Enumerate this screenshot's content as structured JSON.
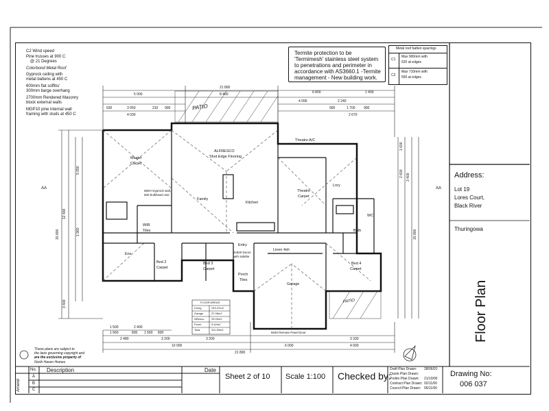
{
  "notes": {
    "wind": "C2 Wind speed",
    "trusses": "Pine trusses at 900 C",
    "degrees": "@ 21 Degrees",
    "roof": "Colorbond Metal Roof",
    "ceiling": "Gyprock ceiling with",
    "battens": "metal battens at 450 C",
    "soffits": "600mm flat soffits/",
    "barge": "300mm barge overhang",
    "masonry": "2700mm Rendered Masonry",
    "walls": "block external walls",
    "pine": "MGP10 pine internal wall",
    "studs": "framing with studs at 450 C"
  },
  "termite": {
    "l1": "Termite protection to be",
    "l2": "'Termimesh' stainless steel system",
    "l3": "to penetrations and perimeter in",
    "l4": "accordance with AS3660.1 -Termite",
    "l5": "management - New building work."
  },
  "batten": {
    "title": "Metal roof batten spacings",
    "c1": "C1",
    "c1a": "Max 900mm with",
    "c1b": "520 at edges",
    "c2": "C2",
    "c2a": "Max 710mm with",
    "c2b": "550 at edges"
  },
  "address": {
    "label": "Address:",
    "lot": "Lot 19",
    "street": "Lores Court,",
    "suburb": "Black River",
    "city": "Thuringowa"
  },
  "title_vertical": "Floor Plan",
  "title_block": {
    "no": "No.",
    "description": "Description",
    "date": "Date",
    "sheet": "Sheet  2 of 10",
    "scale": "Scale 1:100",
    "checked": "Checked by:",
    "drawing_label": "Drawing No:",
    "drawing_no": "006 037",
    "amend": "Amend",
    "rows": [
      "A",
      "B",
      "C"
    ],
    "draft": "Draft Plan Drawn:",
    "draft_date": "28/06/01",
    "quote": "Quote Plan Drawn:",
    "quote_date": "",
    "prelim": "Prelim Plan Drawn:",
    "prelim_date": "21/10/00",
    "contract": "Contract Plan Drawn:",
    "contract_date": "02/11/00",
    "council": "Council Plan Drawn:",
    "council_date": "06/11/00"
  },
  "copyright": {
    "l1": "These plans are subject to",
    "l2": "the laws governing copyright and",
    "l3": "are the exclusive property of",
    "l4": "North Haven Homes"
  },
  "section_marks": {
    "left": "AA",
    "right": "AA"
  },
  "dims": {
    "top_total": "21 800",
    "top_a": "5 000",
    "top_b": "8 460",
    "top_c": "6 800",
    "top_d": "1 400",
    "top_e": "3 050",
    "top_f": "210",
    "top_g": "900",
    "top_h": "4 030",
    "top_i": "630",
    "top_j": "4 090",
    "top_k": "2 240",
    "top_l": "900",
    "top_m": "1 700",
    "top_n": "900",
    "top_o": "2 670",
    "bot_total": "21 800",
    "bot_a": "10 000",
    "bot_b": "6 000",
    "bot_c": "4 000",
    "bot_d": "2 480",
    "bot_e": "3 200",
    "bot_f": "3 200",
    "bot_g": "3 330",
    "bot_h": "1 560",
    "bot_i": "1 560",
    "bot_j": "830",
    "bot_k": "830",
    "bot_l": "2 400",
    "bot_m": "1 500",
    "left_total": "15 800",
    "left_a": "12 400",
    "left_b": "3 400",
    "left_c": "5 050",
    "left_d": "1 960",
    "right_total": "15 800",
    "right_a": "3 400",
    "right_b": "2 600",
    "right_c": "1 600"
  },
  "rooms": {
    "patio_top": "PATIO",
    "patio_bot": "PATIO",
    "master": "Master",
    "master_c": "Carpet",
    "alfresco": "ALFRESCO",
    "alfresco_f": "Shot Edge Flooring",
    "theatre_ac": "Theatre A/C",
    "theatre": "Theatre",
    "theatre_c": "Carpet",
    "lnry": "Lnry",
    "family": "Family",
    "kitchen": "Kitchen",
    "wir": "WIR",
    "wir_t": "Tiles",
    "ens": "Ens",
    "bed2": "Bed 2",
    "bed2_c": "Carpet",
    "bed3": "Bed 3",
    "bed3_c": "Carpet",
    "bed4": "Bed 4",
    "bed4_c": "Carpet",
    "entry": "Entry",
    "porch": "Porch",
    "porch_t": "Tiles",
    "garage": "Garage",
    "bath": "Bath",
    "wc": "WC",
    "linen": "Linen 4sh",
    "gyprock": "850H Gyprock wall,",
    "gyprock2": "600 bulkhead over",
    "door": "2x820 Doors",
    "door2": "with sidelite",
    "roller": "5040 Remote Panel Door",
    "areas_title": "FLOOR AREAS",
    "areas_living": "Living",
    "areas_living_v": "243.47m2",
    "areas_garage": "Garage",
    "areas_garage_v": "37.08m2",
    "areas_alf": "Alfresco",
    "areas_alf_v": "25.00m2",
    "areas_porch": "Porch",
    "areas_porch_v": "5.42m2",
    "areas_total": "Total",
    "areas_total_v": "311.59m2"
  }
}
